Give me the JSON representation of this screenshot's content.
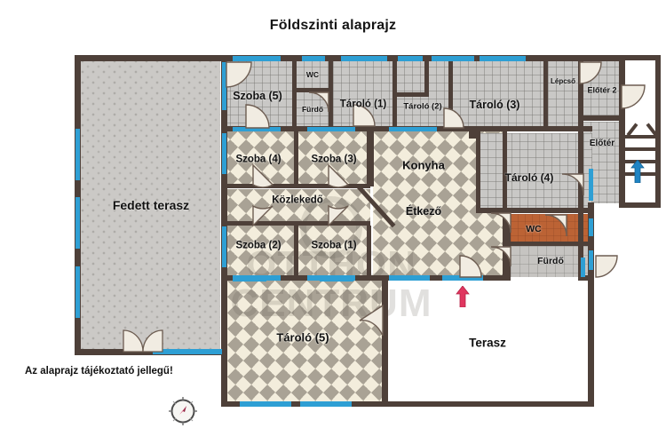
{
  "page": {
    "title": "Földszinti alaprajz",
    "disclaimer": "Az alaprajz tájékoztató jellegű!",
    "watermark_line1": "OTTHON",
    "watermark_line2": "CENTRUM"
  },
  "colors": {
    "wall": "#4e4039",
    "window": "#2e9fd4",
    "wc_floor": "#bc6335",
    "north_arrow": "#1f84c4",
    "entry_arrow": "#e0365f",
    "text": "#111111",
    "background": "#ffffff"
  },
  "rooms": [
    {
      "id": "fedett-terasz",
      "label": "Fedett terasz",
      "floor": "terrace"
    },
    {
      "id": "szoba-5",
      "label": "Szoba (5)",
      "floor": "grid"
    },
    {
      "id": "furdo-top",
      "label": "Fürdő",
      "floor": "grid"
    },
    {
      "id": "wc-top",
      "label": "WC",
      "floor": "grid"
    },
    {
      "id": "tarolo-1",
      "label": "Tároló (1)",
      "floor": "grid"
    },
    {
      "id": "tarolo-2",
      "label": "Tároló (2)",
      "floor": "grid"
    },
    {
      "id": "tarolo-3",
      "label": "Tároló (3)",
      "floor": "grid"
    },
    {
      "id": "lepcso",
      "label": "Lépcső",
      "floor": "grid"
    },
    {
      "id": "elotér-2",
      "label": "Előtér 2",
      "floor": "grid"
    },
    {
      "id": "elotér",
      "label": "Előtér",
      "floor": "grid"
    },
    {
      "id": "szoba-4",
      "label": "Szoba (4)",
      "floor": "diamond"
    },
    {
      "id": "szoba-3",
      "label": "Szoba (3)",
      "floor": "diamond"
    },
    {
      "id": "kozlekedo",
      "label": "Közlekedő",
      "floor": "diamond"
    },
    {
      "id": "szoba-2",
      "label": "Szoba (2)",
      "floor": "diamond"
    },
    {
      "id": "szoba-1",
      "label": "Szoba (1)",
      "floor": "diamond"
    },
    {
      "id": "konyha",
      "label": "Konyha",
      "floor": "diamond"
    },
    {
      "id": "etkezo",
      "label": "Étkező",
      "floor": "diamond"
    },
    {
      "id": "tarolo-4",
      "label": "Tároló (4)",
      "floor": "grid"
    },
    {
      "id": "wc-right",
      "label": "WC",
      "floor": "terracotta"
    },
    {
      "id": "furdo-right",
      "label": "Fürdő",
      "floor": "plain"
    },
    {
      "id": "tarolo-5",
      "label": "Tároló (5)",
      "floor": "diamond"
    },
    {
      "id": "terasz",
      "label": "Terasz",
      "floor": "white"
    }
  ],
  "markers": {
    "north_arrow_name": "north-arrow",
    "entry_arrow_name": "entry-arrow",
    "compass_name": "compass-rose"
  }
}
